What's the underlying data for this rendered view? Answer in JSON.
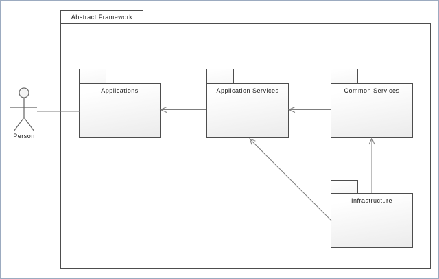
{
  "diagram": {
    "frame": {
      "title": "Abstract Framework"
    },
    "actor": {
      "label": "Person"
    },
    "packages": [
      {
        "id": "applications",
        "label": "Applications"
      },
      {
        "id": "application-services",
        "label": "Application Services"
      },
      {
        "id": "common-services",
        "label": "Common Services"
      },
      {
        "id": "infrastructure",
        "label": "Infrastructure"
      }
    ],
    "edges": [
      {
        "from": "application-services",
        "to": "applications",
        "style": "open-arrow"
      },
      {
        "from": "common-services",
        "to": "application-services",
        "style": "open-arrow"
      },
      {
        "from": "infrastructure",
        "to": "application-services",
        "style": "open-arrow"
      },
      {
        "from": "infrastructure",
        "to": "common-services",
        "style": "open-arrow"
      },
      {
        "from": "person",
        "to": "applications",
        "style": "plain-line"
      }
    ],
    "colors": {
      "shape_border": "#4d4d4d",
      "connector": "#7d7d7d",
      "fill_top": "#ffffff",
      "fill_bottom": "#ebebeb",
      "text": "#1a1a1a",
      "canvas_border": "#9cabc0"
    }
  }
}
